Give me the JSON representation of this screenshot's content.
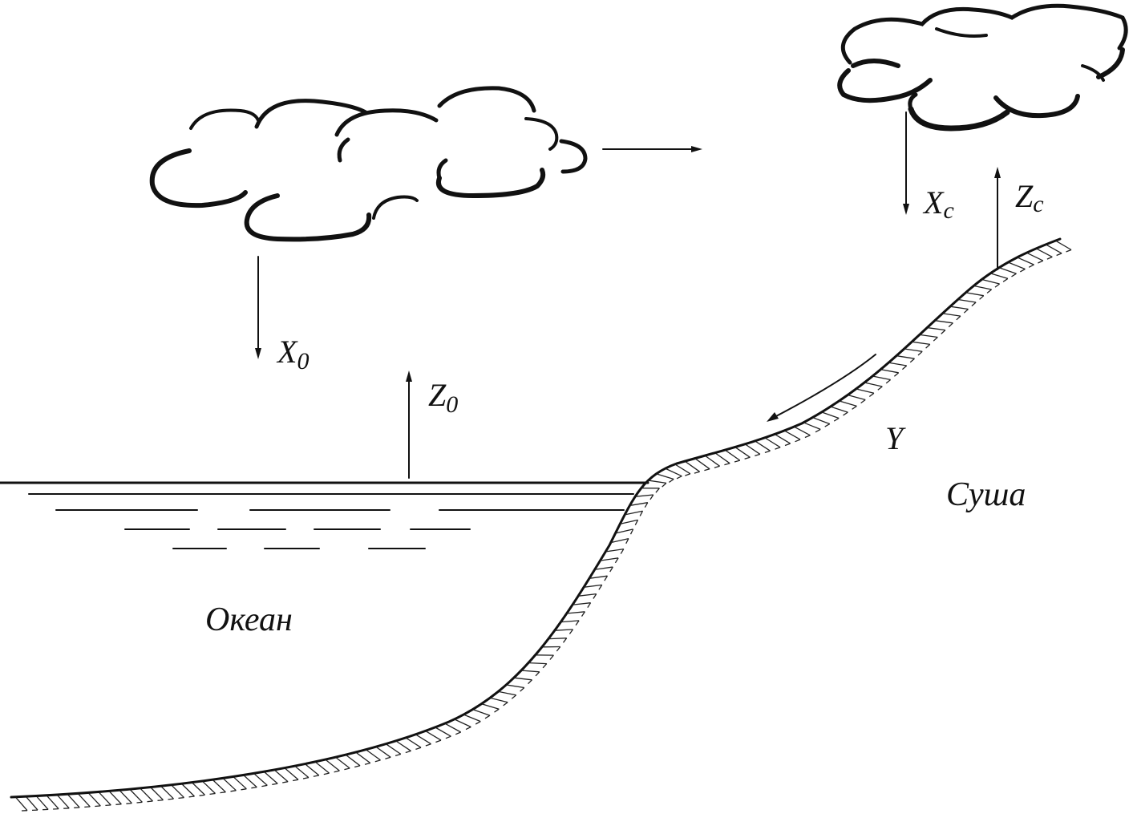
{
  "diagram": {
    "colors": {
      "ink": "#111111",
      "background": "#ffffff"
    },
    "labels": {
      "ocean_precip": {
        "main": "X",
        "sub": "0"
      },
      "ocean_evap": {
        "main": "Z",
        "sub": "0"
      },
      "land_precip": {
        "main": "X",
        "sub": "c"
      },
      "land_evap": {
        "main": "Z",
        "sub": "c"
      },
      "runoff": "Y",
      "land": "Суша",
      "ocean": "Океан"
    },
    "elements": {
      "clouds": [
        "ocean-cloud",
        "land-cloud"
      ],
      "arrows": [
        "ocean-precip-arrow",
        "ocean-evap-arrow",
        "vapor-transport-arrow",
        "land-precip-arrow",
        "land-evap-arrow",
        "runoff-arrow"
      ],
      "icons": [
        "cloud-icon",
        "arrow-icon"
      ]
    }
  }
}
